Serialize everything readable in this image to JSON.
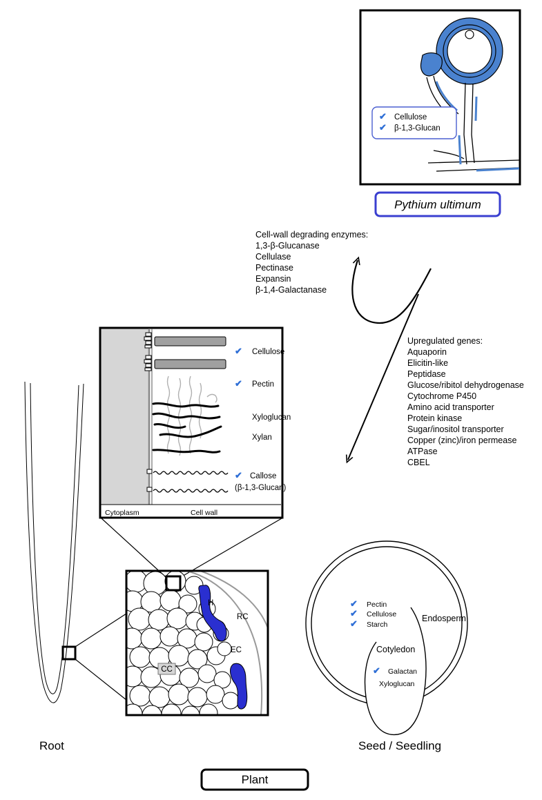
{
  "pathogen": {
    "name": "Pythium ultimum",
    "check_mark": "✔",
    "wall_components": [
      "Cellulose",
      "β-1,3-Glucan"
    ]
  },
  "enzymes": {
    "heading": "Cell-wall degrading enzymes:",
    "items": [
      "1,3-β-Glucanase",
      "Cellulase",
      "Pectinase",
      "Expansin",
      "β-1,4-Galactanase"
    ]
  },
  "genes": {
    "heading": "Upregulated  genes:",
    "items": [
      "Aquaporin",
      "Elicitin-like",
      "Peptidase",
      "Glucose/ribitol dehydrogenase",
      "Cytochrome P450",
      "Amino acid transporter",
      "Protein kinase",
      "Sugar/inositol transporter",
      "Copper (zinc)/iron permease",
      "ATPase",
      "CBEL"
    ]
  },
  "cell_wall": {
    "components": [
      "Cellulose",
      "Pectin",
      "Xyloglucan",
      "Xylan",
      "Callose",
      "(β-1,3-Glucan)"
    ],
    "region_left": "Cytoplasm",
    "region_right": "Cell wall"
  },
  "root_section": {
    "labels": {
      "hyphae": "H",
      "root_cap": "RC",
      "epidermal": "EC",
      "cortical": "CC"
    }
  },
  "seed": {
    "endosperm_components": [
      "Pectin",
      "Cellulose",
      "Starch"
    ],
    "endosperm_label": "Endosperm",
    "cotyledon_label": "Cotyledon",
    "cotyledon_components": [
      "Galactan",
      "Xyloglucan"
    ]
  },
  "captions": {
    "root": "Root",
    "seed": "Seed / Seedling",
    "plant": "Plant"
  },
  "colors": {
    "accent_blue": "#2f6fd6",
    "hyphae_fill": "#4a82cf",
    "callose_hyphae": "#2a2fd0",
    "cytoplasm": "#d6d6d6",
    "membrane_gray": "#a0a0a0"
  }
}
